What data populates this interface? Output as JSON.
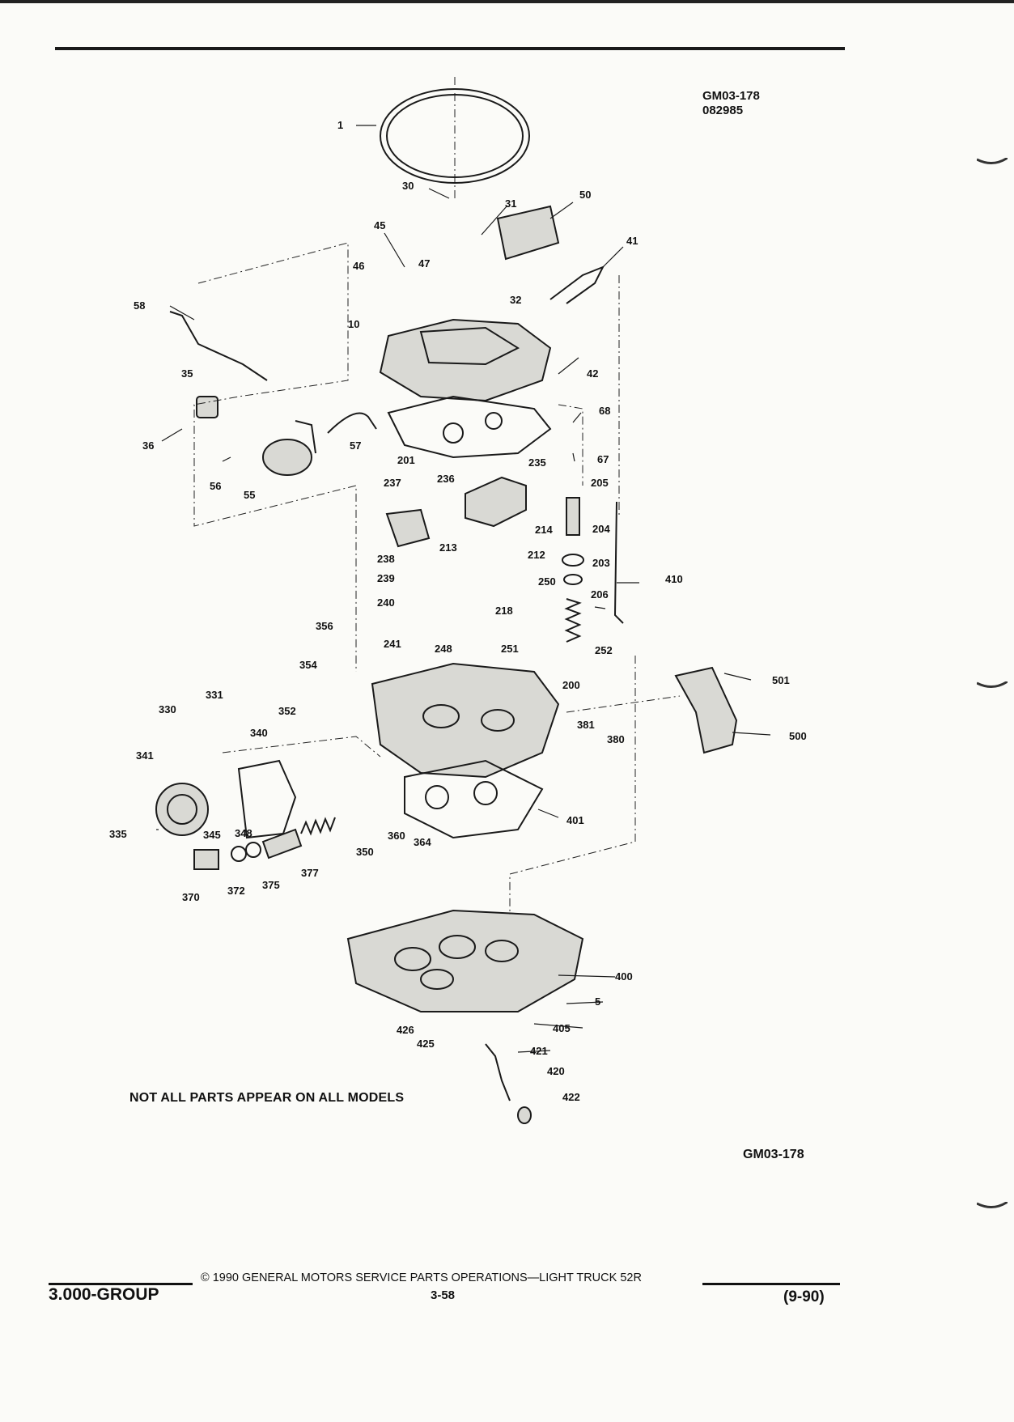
{
  "figure": {
    "id": "GM03-178",
    "code": "082985",
    "footer_id": "GM03-178"
  },
  "notice": "NOT ALL PARTS APPEAR ON ALL MODELS",
  "footer": {
    "group": "3.000-GROUP",
    "copyright": "© 1990 GENERAL MOTORS SERVICE PARTS OPERATIONS—LIGHT TRUCK 52R",
    "page": "3-58",
    "date": "(9-90)"
  },
  "callouts": [
    "1",
    "30",
    "31",
    "50",
    "45",
    "41",
    "46",
    "47",
    "32",
    "58",
    "10",
    "42",
    "35",
    "68",
    "36",
    "57",
    "201",
    "67",
    "56",
    "55",
    "235",
    "237",
    "236",
    "205",
    "214",
    "204",
    "238",
    "213",
    "212",
    "203",
    "239",
    "250",
    "410",
    "240",
    "206",
    "218",
    "356",
    "241",
    "248",
    "251",
    "252",
    "354",
    "501",
    "331",
    "200",
    "330",
    "352",
    "381",
    "340",
    "380",
    "500",
    "341",
    "401",
    "335",
    "345",
    "348",
    "360",
    "364",
    "350",
    "370",
    "372",
    "375",
    "377",
    "400",
    "5",
    "405",
    "426",
    "425",
    "421",
    "420",
    "422"
  ]
}
